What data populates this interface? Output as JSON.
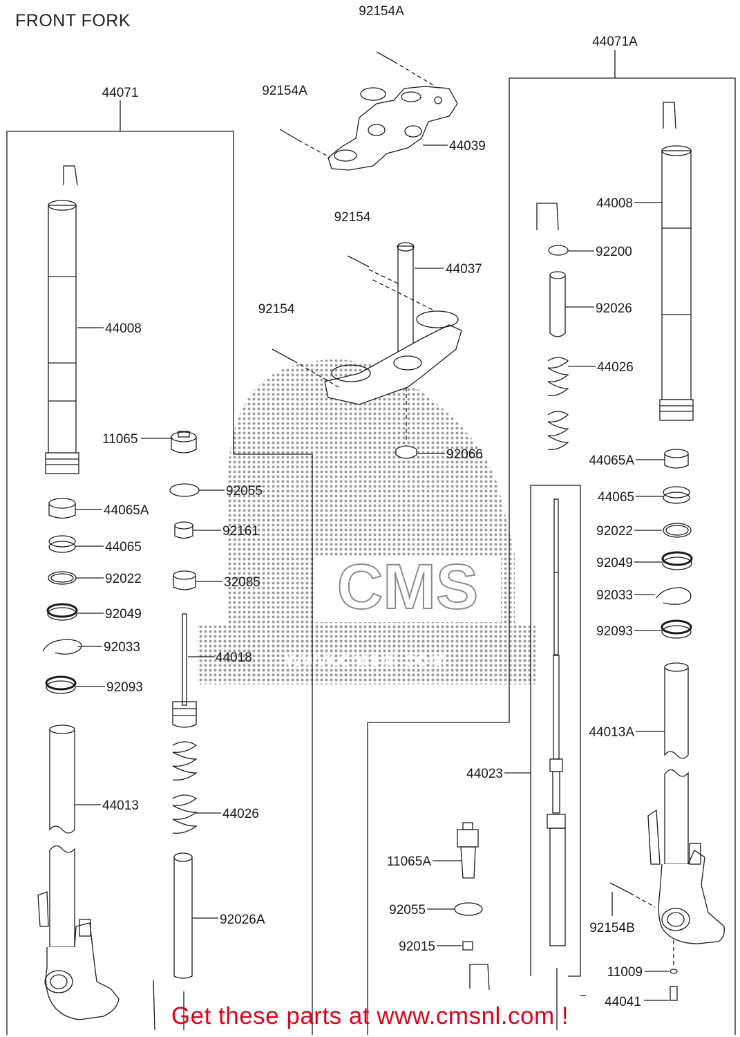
{
  "title": "FRONT FORK",
  "footer_banner": "Get these parts at www.cmsnl.com !",
  "watermark": {
    "logo_text": "CMS",
    "url_text": "www.cmsnl.com"
  },
  "colors": {
    "banner": "#e2001a",
    "line": "#1a1a1a",
    "watermark": "#7a7a7a"
  },
  "assembly_labels": {
    "left": "44071",
    "right": "44071A"
  },
  "part_labels": {
    "t_92154A_top": "92154A",
    "t_92154A_left": "92154A",
    "t_44039": "44039",
    "t_92154_a": "92154",
    "t_44037": "44037",
    "t_92154_b": "92154",
    "t_44008_left": "44008",
    "t_11065": "11065",
    "t_92066": "92066",
    "t_92055_mid": "92055",
    "t_44065A_left": "44065A",
    "t_92161": "92161",
    "t_44065_left": "44065",
    "t_92022_left": "92022",
    "t_32085": "32085",
    "t_92049_left": "92049",
    "t_92033_left": "92033",
    "t_44018": "44018",
    "t_92093_left": "92093",
    "t_44013": "44013",
    "t_44026_mid": "44026",
    "t_92026A": "92026A",
    "t_44008_right": "44008",
    "t_92200": "92200",
    "t_92026": "92026",
    "t_44026_right": "44026",
    "t_44065A_right": "44065A",
    "t_44065_right": "44065",
    "t_92022_right": "92022",
    "t_92049_right": "92049",
    "t_92033_right": "92033",
    "t_92093_right": "92093",
    "t_44013A": "44013A",
    "t_44023": "44023",
    "t_11065A": "11065A",
    "t_92055_right": "92055",
    "t_92015": "92015",
    "t_92154B": "92154B",
    "t_11009": "11009",
    "t_44041": "44041"
  }
}
